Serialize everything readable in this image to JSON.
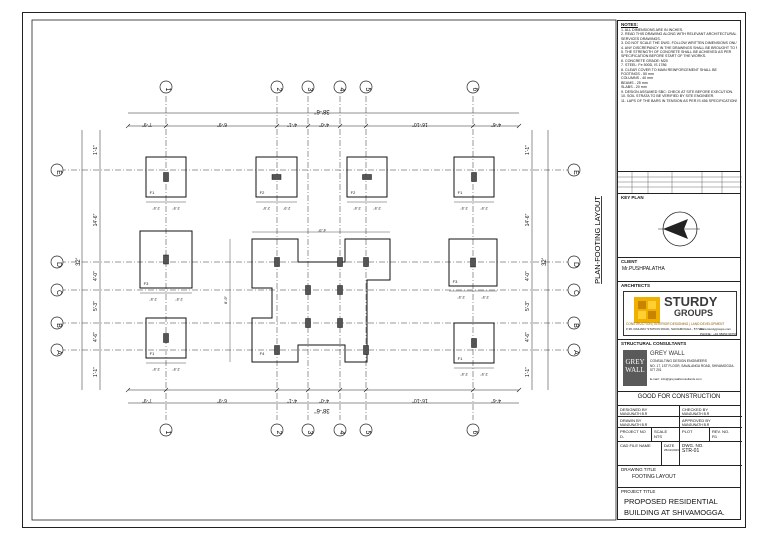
{
  "drawing": {
    "grid_numbers": [
      "1",
      "2",
      "3",
      "4",
      "5",
      "6"
    ],
    "grid_letters": [
      "E",
      "D",
      "C",
      "B",
      "A"
    ],
    "overall_width": "38'-6\"",
    "overall_depth": "32'",
    "side_dims_left": [
      "1'-1\"",
      "14'-6\"",
      "4'-0\"",
      "5'-3\"",
      "4'-6\"",
      "1'-1\""
    ],
    "side_title": "PLAN-FOOTING LAYOUT",
    "top_dims": [
      "7'-9\"",
      "6'-9\"",
      "4'-1\"",
      "4'-0\"",
      "16'-10\"",
      "4'-6\""
    ],
    "bottom_dims": [
      "7'-9\"",
      "6'-9\"",
      "4'-1\"",
      "4'-0\"",
      "16'-10\"",
      "4'-6\""
    ],
    "footing_labels": [
      "F1",
      "F2",
      "F3",
      "F4"
    ],
    "footing_dim_samples": [
      "2'-5\"",
      "2'-9\"",
      "3'-0\"",
      "4'-9\"",
      "5'-0\"",
      "8'-9\"",
      "1'-6\"",
      "3'-6\""
    ]
  },
  "titleblock": {
    "notes_header": "NOTES:",
    "notes": [
      "1. ALL DIMENSIONS ARE IN INCHES.",
      "2. READ THIS DRAWING ALONG WITH RELEVANT ARCHITECTURAL AND",
      "   SERVICES DRAWINGS.",
      "3. DO NOT SCALE THE DWG. FOLLOW WRITTEN DIMENSIONS ONLY.",
      "4. ANY DISCREPANCY IN THE DRAWINGS SHALL BE BROUGHT TO NOTICE.",
      "5. THE STRENGTH OF CONCRETE SHALL BE ACHIEVED AS PER",
      "   SPECIFICATION BEFORE START OF THE WORKS.",
      "6. CONCRETE GRADE: M20",
      "7. STEEL: Fe 500D, IS 1786",
      "8. CLEAR COVER TO MAIN REINFORCEMENT SHALL BE",
      "   FOOTINGS - 50 mm",
      "   COLUMNS - 40 mm",
      "   BEAMS - 25 mm",
      "   SLABS - 20 mm",
      "9. DESIGN ASSUMED SBC: CHECK AT SITE BEFORE EXECUTION.",
      "10. SOIL STRATA TO BE VERIFIED BY SITE ENGINEER.",
      "11. LAPS OF THE BARS IN TENSION AS PER IS 456 SPECIFICATIONS."
    ],
    "key_plan_label": "KEY PLAN",
    "client_label": "CLIENT",
    "client_name": "Mr.PUSHPALATHA",
    "architects_label": "ARCHITECTS",
    "arch_logo_line1": "STURDY",
    "arch_logo_line2": "GROUPS",
    "arch_tagline": "CONSTRUCTION | INTERIOR DESIGNING | LAND DEVELOPMENT",
    "arch_address": "# 38, RAILWAY STATION ROAD, SHIVAMOGGA - 577201",
    "arch_web": "www.sturdygroups.com",
    "arch_phone": "PHONE : +91 98453 99760",
    "structural_label": "STRUCTURAL CONSULTANTS",
    "sc_logo_line1": "GREY",
    "sc_logo_line2": "WALL",
    "sc_name": "GREY WALL",
    "sc_tagline": "CONSULTING DESIGN ENGINEERS",
    "sc_address": "NO. 17, 1ST FLOOR, SAVALANGA ROAD, SHIVAMOGGA-577 201",
    "sc_email": "E-mail : info@greywallconsultants.com",
    "gfc": "GOOD FOR CONSTRUCTION",
    "designed_by_label": "DESIGNED BY",
    "designed_by": "MANJUNATH B.R",
    "checked_by_label": "CHECKED BY",
    "checked_by": "MANJUNATH B.R",
    "drawn_by_label": "DRAWN BY",
    "drawn_by": "MANJUNATH B.R",
    "approved_by_label": "APPROVED BY",
    "approved_by": "MANJUNATH B.R",
    "project_no_label": "PROJECT NO",
    "project_no": "D-",
    "scale_label": "SCALE",
    "scale": "NTS",
    "plot_label": "PLOT",
    "rev_label": "REV. NO.",
    "rev": "R1",
    "cad_label": "CAD FILE NAME",
    "date_label": "DATE",
    "date": "25/11/2023",
    "dwg_no_label": "DWG. NO.",
    "dwg_no": "STR-01",
    "drawing_title_label": "DRAWING TITLE",
    "drawing_title": "FOOTING LAYOUT",
    "project_title_label": "PROJECT TITLE",
    "project_title_1": "PROPOSED RESIDENTIAL",
    "project_title_2": "BUILDING AT SHIVAMOGGA."
  }
}
